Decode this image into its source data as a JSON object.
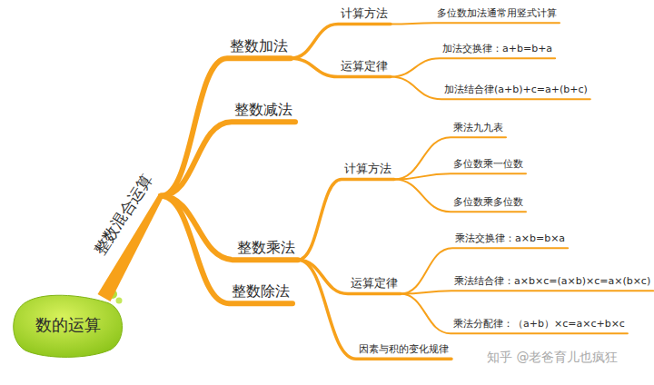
{
  "diagram": {
    "nodes": [
      {
        "text": [
          "数的运算"
        ]
      },
      {
        "text": [
          "整数混合运算"
        ]
      },
      {
        "text": [
          "整数加法"
        ]
      },
      {
        "text": [
          "计算方法"
        ]
      },
      {
        "text": [
          "多位数加法通常用竖式计算"
        ]
      },
      {
        "text": [
          "运算定律"
        ]
      },
      {
        "text": [
          "加法交换律：a+b=b+a"
        ]
      },
      {
        "text": [
          "加法结合律(a+b)+c=a+(b+c)"
        ]
      },
      {
        "text": [
          "整数减法"
        ]
      },
      {
        "text": [
          "整数乘法"
        ]
      },
      {
        "text": [
          "计算方法"
        ]
      },
      {
        "text": [
          "乘法九九表"
        ]
      },
      {
        "text": [
          "多位数乘一位数"
        ]
      },
      {
        "text": [
          "多位数乘多位数"
        ]
      },
      {
        "text": [
          "运算定律"
        ]
      },
      {
        "text": [
          "乘法交换律：a×b=b×a"
        ]
      },
      {
        "text": [
          "乘法结合律：a×b×c=(a×b)×c=a×(b×c)"
        ]
      },
      {
        "text": [
          "乘法分配律：（a+b）×c=a×c+b×c"
        ]
      },
      {
        "text": [
          "因素与积的变化规律"
        ]
      },
      {
        "text": [
          "整数除法"
        ]
      }
    ],
    "edges": [
      {
        "from": 0,
        "to": 1,
        "arrow": "none"
      },
      {
        "from": 1,
        "to": 2,
        "arrow": "none"
      },
      {
        "from": 1,
        "to": 8,
        "arrow": "none"
      },
      {
        "from": 1,
        "to": 9,
        "arrow": "none"
      },
      {
        "from": 1,
        "to": 19,
        "arrow": "none"
      },
      {
        "from": 2,
        "to": 3,
        "arrow": "none"
      },
      {
        "from": 2,
        "to": 5,
        "arrow": "none"
      },
      {
        "from": 3,
        "to": 4,
        "arrow": "none"
      },
      {
        "from": 5,
        "to": 6,
        "arrow": "none"
      },
      {
        "from": 5,
        "to": 7,
        "arrow": "none"
      },
      {
        "from": 9,
        "to": 10,
        "arrow": "none"
      },
      {
        "from": 9,
        "to": 14,
        "arrow": "none"
      },
      {
        "from": 9,
        "to": 18,
        "arrow": "none"
      },
      {
        "from": 10,
        "to": 11,
        "arrow": "none"
      },
      {
        "from": 10,
        "to": 12,
        "arrow": "none"
      },
      {
        "from": 10,
        "to": 13,
        "arrow": "none"
      },
      {
        "from": 14,
        "to": 15,
        "arrow": "none"
      },
      {
        "from": 14,
        "to": 16,
        "arrow": "none"
      },
      {
        "from": 14,
        "to": 17,
        "arrow": "none"
      }
    ],
    "labels": [
      "知乎 @老爸育儿也疯狂"
    ]
  }
}
